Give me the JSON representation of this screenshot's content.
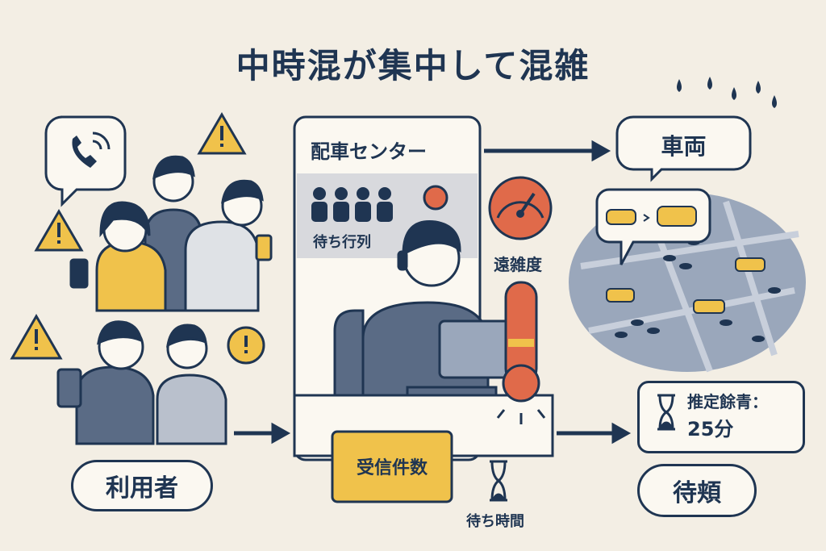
{
  "title": "中時混が集中して混雑",
  "users": {
    "label": "利用者"
  },
  "dispatch_center": {
    "title": "配車センター",
    "queue_label": "待ち行列",
    "congestion_label": "遠雑度",
    "incoming_label": "受信件数",
    "wait_time_label": "待ち時間"
  },
  "vehicles": {
    "label": "車両"
  },
  "estimate": {
    "label": "推定餘青：",
    "value": "25分"
  },
  "waiting": {
    "label": "待頬"
  },
  "colors": {
    "navy": "#1f3552",
    "yellow": "#f0c24b",
    "red": "#e06a4a",
    "map": "#9aa7bb",
    "bg": "#f3eee4"
  }
}
